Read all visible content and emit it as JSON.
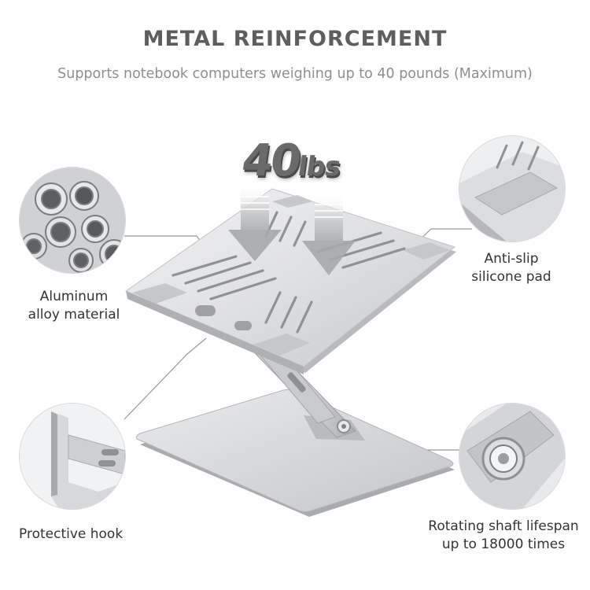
{
  "header": {
    "title": "METAL REINFORCEMENT",
    "subtitle": "Supports notebook computers weighing up to 40 pounds (Maximum)"
  },
  "load_badge": {
    "number": "40",
    "unit": "lbs"
  },
  "callouts": {
    "aluminum": {
      "line1": "Aluminum",
      "line2": "alloy material",
      "icon": "aluminum-tubes-icon"
    },
    "antislip": {
      "line1": "Anti-slip",
      "line2": "silicone pad",
      "icon": "silicone-pad-icon"
    },
    "hook": {
      "line1": "Protective hook",
      "icon": "protective-hook-icon"
    },
    "shaft": {
      "line1": "Rotating shaft lifespan",
      "line2": "up to 18000 times",
      "icon": "rotating-shaft-icon"
    }
  },
  "colors": {
    "title": "#5e5e5e",
    "subtitle": "#8e8e8e",
    "aluminum_light": "#e6e7e9",
    "aluminum_mid": "#c9cbce",
    "aluminum_dark": "#9a9ca0",
    "callout_line": "#9a9a9a"
  }
}
